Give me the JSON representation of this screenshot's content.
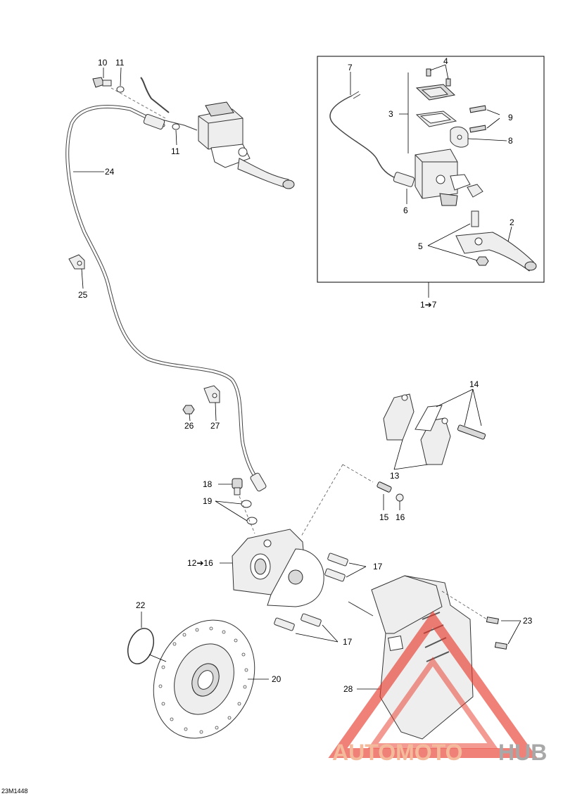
{
  "callouts": {
    "c10": "10",
    "c11a": "11",
    "c11b": "11",
    "c24": "24",
    "c25": "25",
    "c7": "7",
    "c4": "4",
    "c3": "3",
    "c9": "9",
    "c8": "8",
    "c6": "6",
    "c2": "2",
    "c5": "5",
    "c1to7": "1➔7",
    "c14": "14",
    "c13": "13",
    "c15": "15",
    "c16": "16",
    "c18": "18",
    "c19": "19",
    "c26": "26",
    "c27": "27",
    "c12to16": "12➔16",
    "c17a": "17",
    "c17b": "17",
    "c22": "22",
    "c20": "20",
    "c23": "23",
    "c28": "28"
  },
  "reference_code": "23M1448",
  "watermark": {
    "part1": "AUTOMOTO",
    "part2": "HUB",
    "accent_color": "#e8392c",
    "text_color_light": "#f2b08a",
    "text_color_grey": "#9a9a9a"
  }
}
